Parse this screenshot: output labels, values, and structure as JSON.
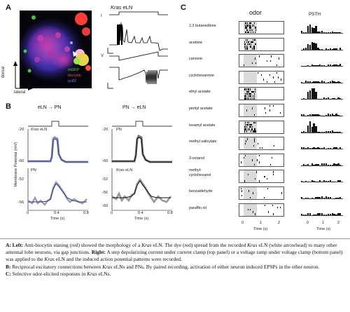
{
  "panels": {
    "A": {
      "letter": "A",
      "title_italic": "Kras",
      "title_rest": " eLN",
      "legend": [
        "mGFP",
        "biocytin",
        "nc82"
      ],
      "legend_colors": [
        "#5fdc3a",
        "#ff4a3d",
        "#3d6bff"
      ],
      "axes": {
        "dorsal": "dorsal",
        "lateral": "lateral"
      },
      "trace_labels": {
        "I": "I",
        "V": "V"
      }
    },
    "B": {
      "letter": "B",
      "left": {
        "title": "eLN → PN",
        "cell_top_italic": "Kras",
        "cell_top_rest": " eLN",
        "cell_bottom": "PN",
        "trace_color": "#3552a8"
      },
      "right": {
        "title": "PN → eLN",
        "cell_top": "PN",
        "cell_bottom_italic": "Kras",
        "cell_bottom_rest": " eLN",
        "trace_color": "#111111"
      },
      "ylabel": "Membrane Potential (mV)",
      "ticks_top": [
        "-20",
        "-60"
      ],
      "ticks_bottom_left": [
        "-52",
        "-56"
      ],
      "ticks_bottom_right": [
        "-52",
        "-56",
        "-60"
      ],
      "xticks": [
        "0",
        "0.4",
        "0.8"
      ],
      "xlabel": "Time (s)"
    },
    "C": {
      "letter": "C",
      "odor_title": "odor",
      "psth_title": "PSTH",
      "odors": [
        "2,3 butanedione",
        "acetone",
        "carvone",
        "cyclohexanone",
        "ethyl acetate",
        "pentyl acetate",
        "isoamyl acetate",
        "methyl salicylate",
        "3-octanol",
        "methyl-\ncyclohexanol",
        "benzaldehyde",
        "paraffin oil"
      ],
      "raster_xticks": [
        "0",
        "1",
        "2"
      ],
      "psth_xticks": [
        "0",
        "1",
        "2"
      ],
      "xlabel": "Time (s)"
    }
  },
  "caption": {
    "A_label": "A: Left:",
    "A_text1": " Anti-biocytin staning (red) showed the morphology of a ",
    "A_kras1": "Kras",
    "A_text2": " eLN. The dye (red) spread from the recorded ",
    "A_kras2": "Kras",
    "A_text3": " eLN (white arrowhead) to many other antennal lobe neurons, via gap junctions. ",
    "A_right": "Right:",
    "A_text4": " A step depolarizing current under current clamp (top panel) or a voltage ramp under voltage clamp (bottom panel) was applied to the ",
    "A_kras3": "Kras",
    "A_text5": " eLN and the induced action potential patterns were recorded.",
    "B_label": "B:",
    "B_text1": " Reciprocal excitatory connections between ",
    "B_kras": "Kras",
    "B_text2": " eLNs and PNs. By paired recording, activation of either neuron induced EPSPs in the other neuron.",
    "C_label": "C:",
    "C_text1": " Selective odor-elicited responses in ",
    "C_kras": "Kras",
    "C_text2": " eLNs."
  }
}
